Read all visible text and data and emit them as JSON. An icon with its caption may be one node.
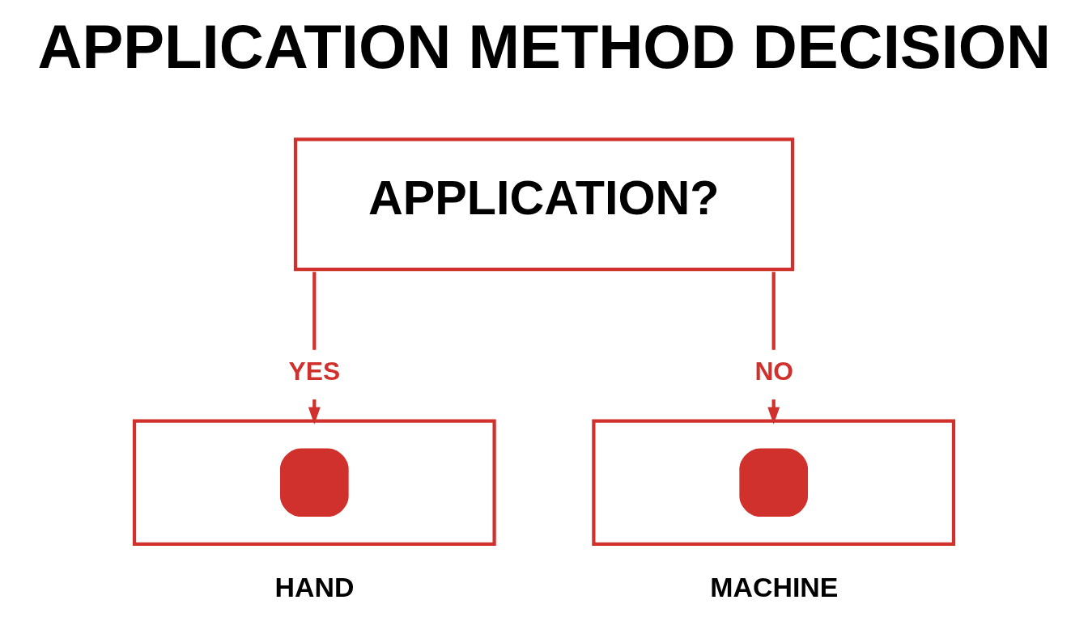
{
  "diagram": {
    "title": "APPLICATION METHOD DECISION",
    "nodes": [
      {
        "text": [
          "APPLICATION?"
        ]
      },
      {
        "text": [
          "HAND"
        ]
      },
      {
        "text": [
          "MACHINE"
        ]
      }
    ],
    "edges": [
      {
        "from": 0,
        "to": 1,
        "arrow": "to",
        "label": "YES"
      },
      {
        "from": 0,
        "to": 2,
        "arrow": "to",
        "label": "NO"
      }
    ]
  }
}
